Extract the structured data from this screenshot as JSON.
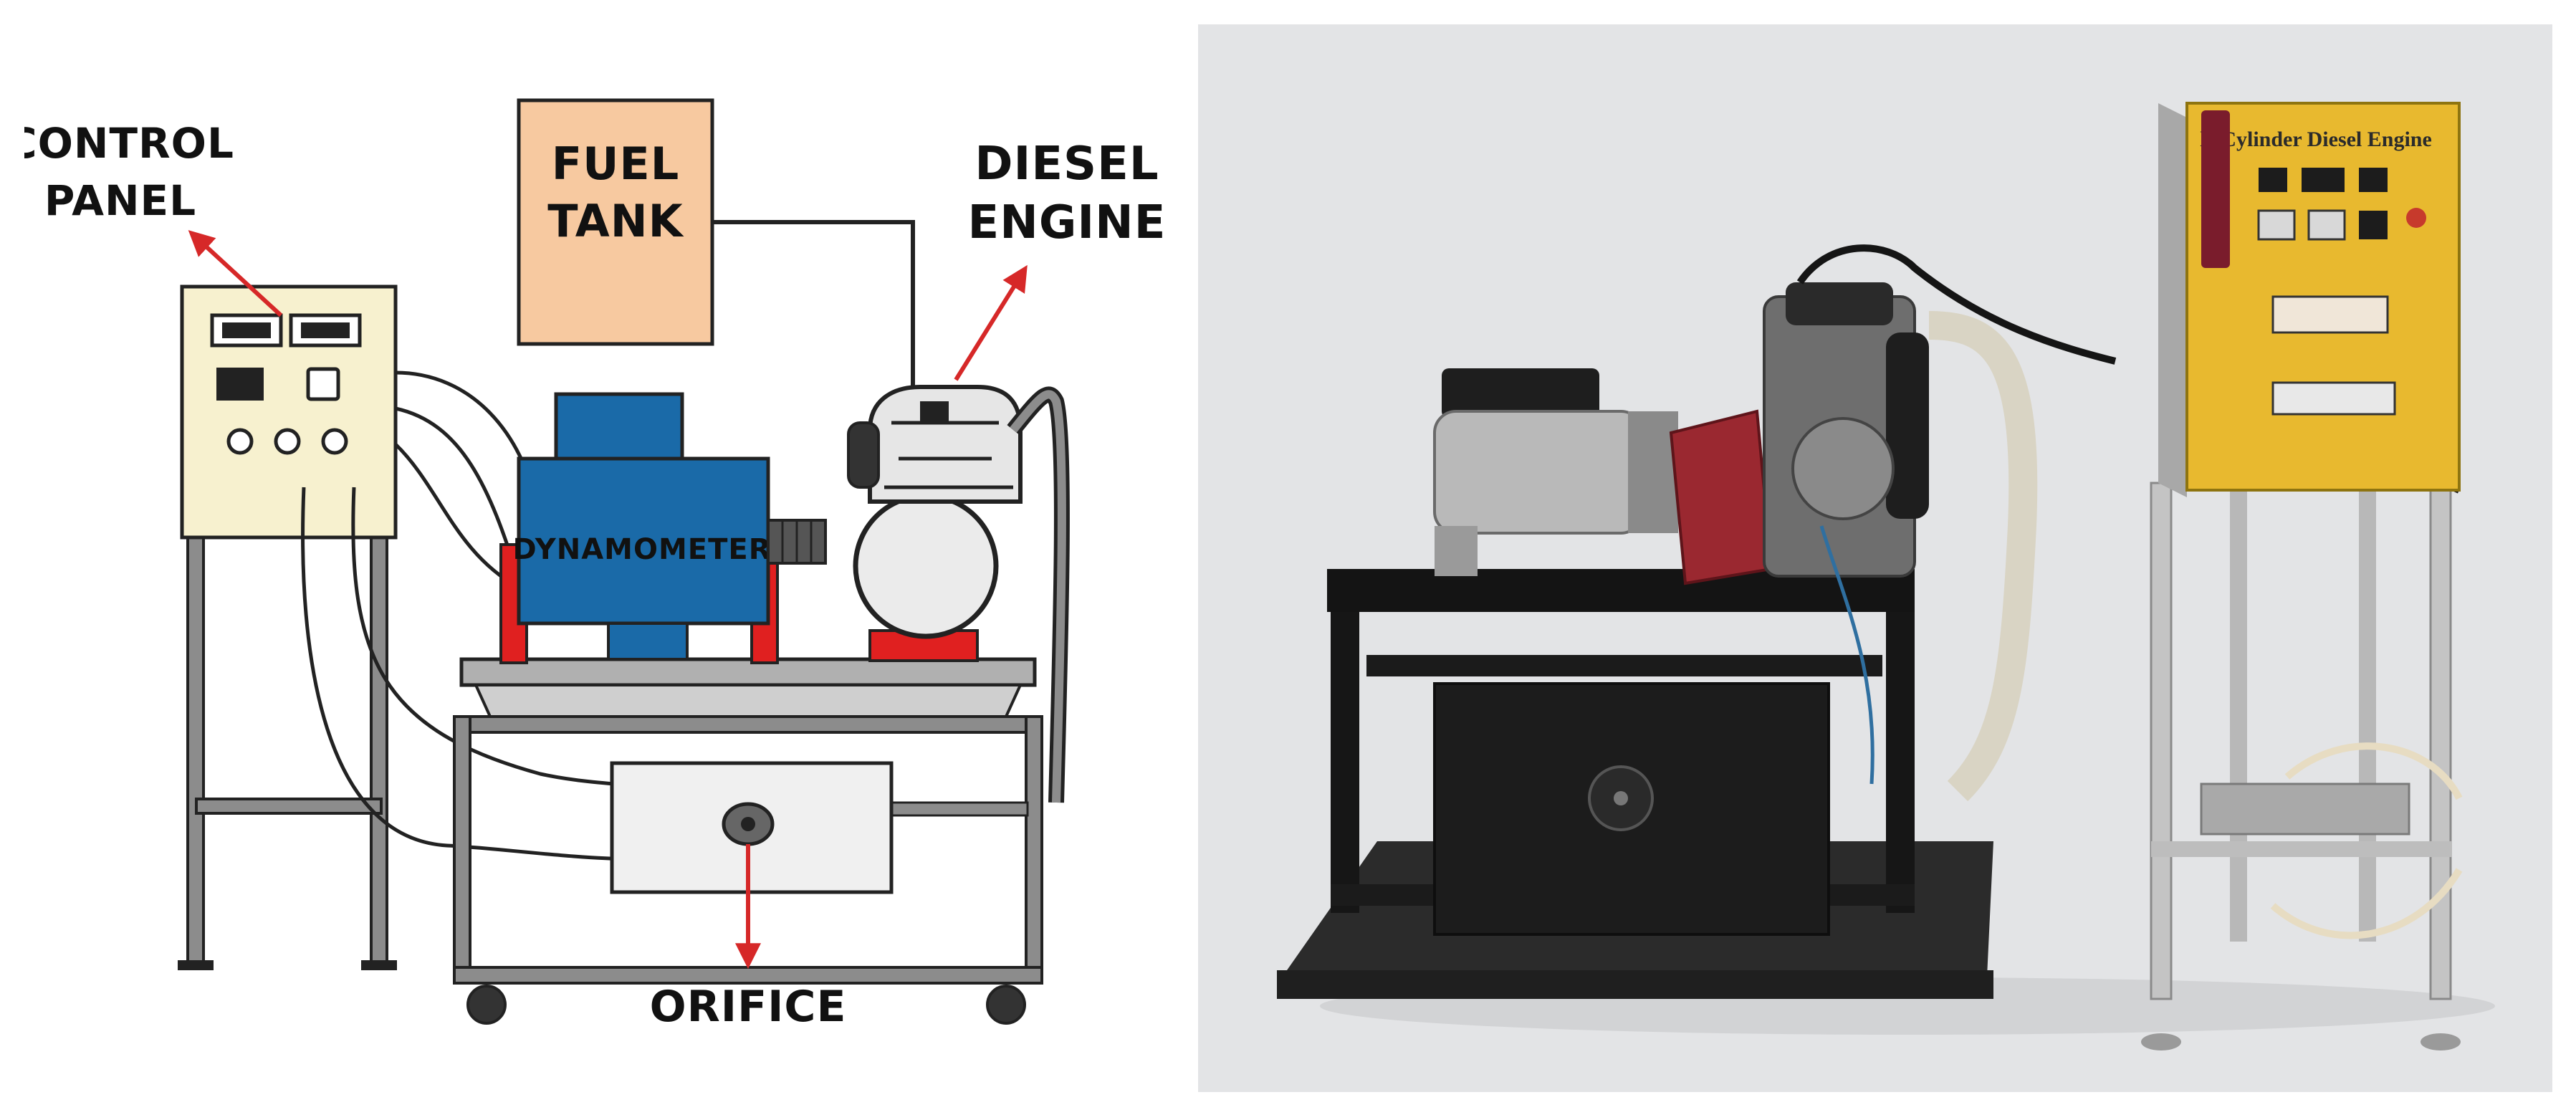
{
  "diagram": {
    "labels": {
      "control_panel_line1": "CONTROL",
      "control_panel_line2": "PANEL",
      "fuel_tank_line1": "FUEL",
      "fuel_tank_line2": "TANK",
      "diesel_engine_line1": "DIESEL",
      "diesel_engine_line2": "ENGINE",
      "dynamometer": "DYNAMOMETER",
      "orifice": "ORIFICE"
    },
    "colors": {
      "control_panel": "#f7f1cf",
      "fuel_tank": "#f7c9a0",
      "dynamometer": "#1a6aa8",
      "arrow": "#d62828",
      "frame": "#8c8c8c",
      "red_support": "#e02020"
    }
  },
  "photo": {
    "panel_title": "le Cylinder Diesel Engine",
    "colors": {
      "panel_yellow": "#e8b92f",
      "background": "#e3e4e6",
      "stand": "#c8c8c8"
    }
  }
}
